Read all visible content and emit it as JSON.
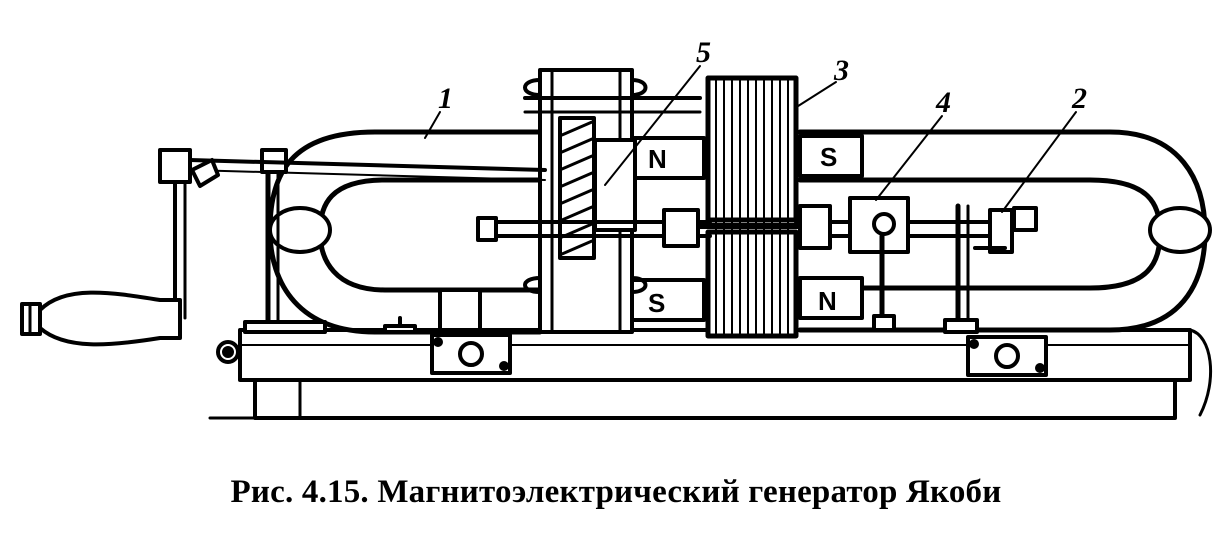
{
  "figure": {
    "caption": "Рис. 4.15. Магнитоэлектрический генератор Якоби",
    "labels": {
      "n1": "1",
      "n2": "2",
      "n3": "3",
      "n4": "4",
      "n5": "5"
    },
    "poles": {
      "north": "N",
      "south": "S"
    }
  }
}
